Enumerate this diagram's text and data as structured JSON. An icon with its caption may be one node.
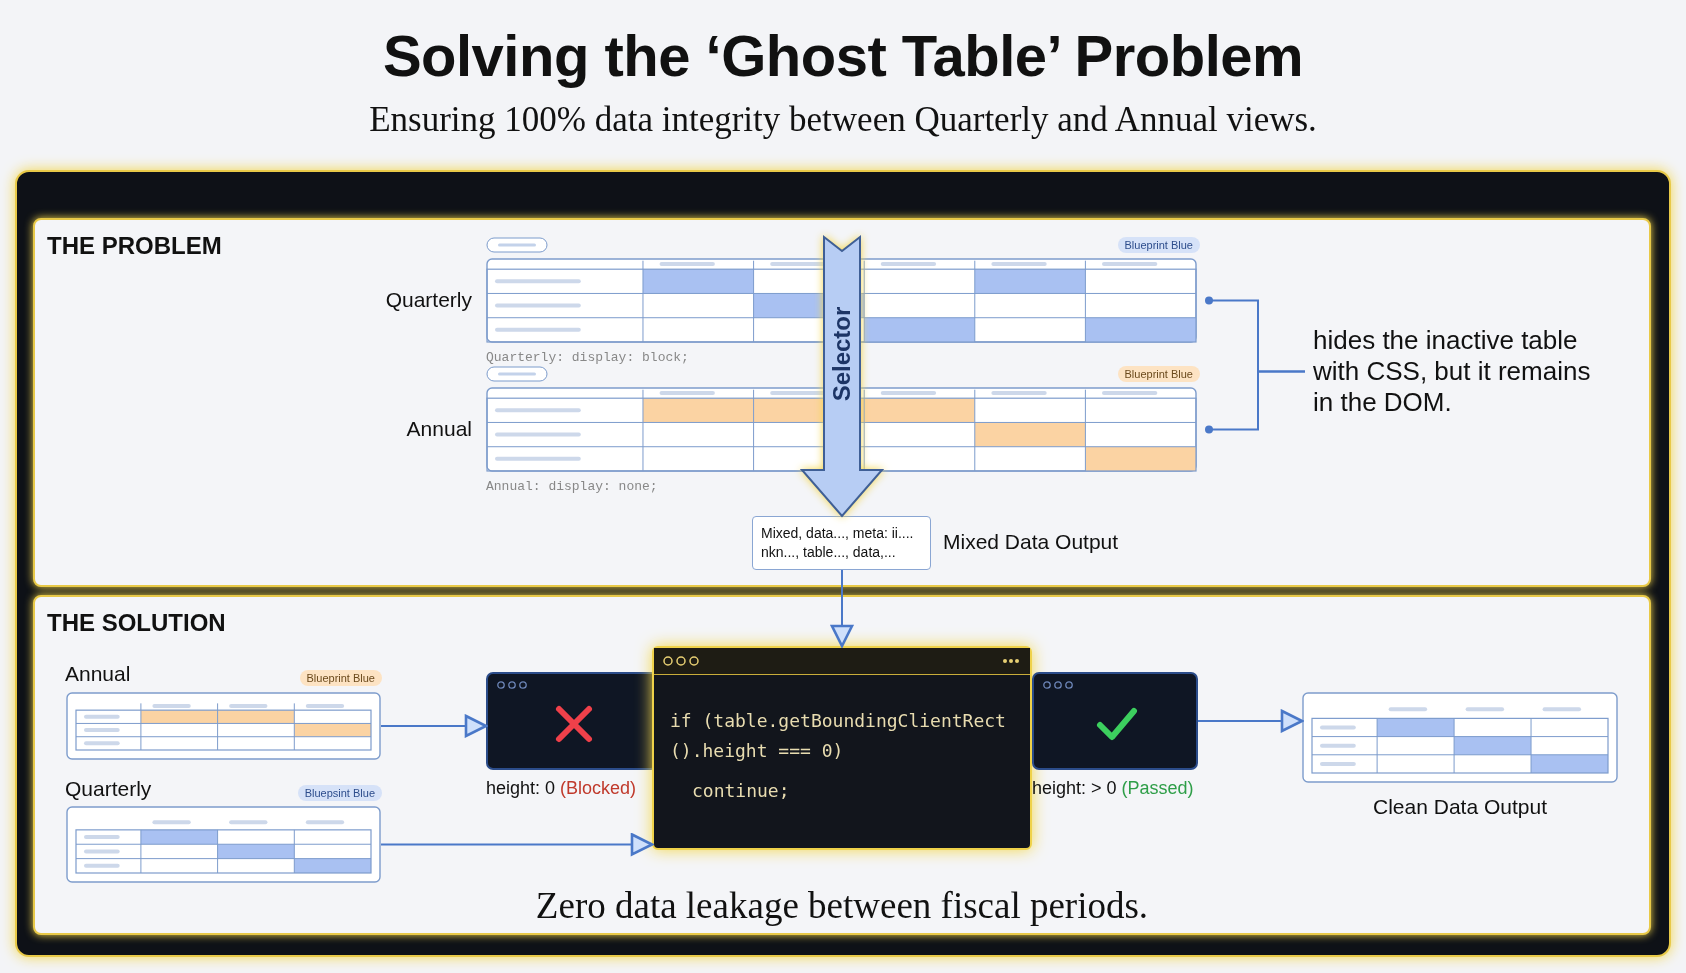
{
  "diagram": {
    "title": "Solving the ‘Ghost Table’ Problem",
    "nodes": [
      {
        "text": [
          "THE PROBLEM"
        ]
      },
      {
        "text": [
          "Quarterly"
        ],
        "beside": [
          "Blueprint Blue",
          "Quarterly: display: block;"
        ],
        "in": 0
      },
      {
        "text": [
          "Annual"
        ],
        "beside": [
          "Blueprint Blue",
          "Annual: display: none;"
        ],
        "in": 0
      },
      {
        "text": [
          "Mixed, data..., meta: ii.... nkn..., table..., data,..."
        ],
        "beside": [
          "Mixed Data Output"
        ],
        "in": 0
      },
      {
        "text": [
          "hides the inactive table with CSS, but it remains in the DOM."
        ],
        "in": 0
      },
      {
        "text": [
          "THE SOLUTION"
        ]
      },
      {
        "text": [
          "Annual"
        ],
        "beside": [
          "Blueprint Blue"
        ],
        "in": 5
      },
      {
        "text": [
          "Quarterly"
        ],
        "beside": [
          "Bluepsint Blue"
        ],
        "in": 5
      },
      {
        "text": [],
        "shape": "picture",
        "beside": [
          "height: 0 (Blocked)"
        ],
        "in": 5
      },
      {
        "text": [
          "if (table.getBoundingClientRect ().height === 0)",
          "continue;"
        ],
        "in": 5
      },
      {
        "text": [],
        "shape": "picture",
        "beside": [
          "height: > 0 (Passed)"
        ],
        "in": 5
      },
      {
        "text": [
          "Clean Data Output"
        ],
        "in": 5
      }
    ],
    "edges": [
      {
        "from": 1,
        "to": 4,
        "arrow": "other"
      },
      {
        "from": 2,
        "to": 4,
        "arrow": "other"
      },
      {
        "from": 1,
        "to": 3,
        "arrow": "to",
        "label": "Selector",
        "style": "thick"
      },
      {
        "from": 3,
        "to": 9,
        "arrow": "to"
      },
      {
        "from": 6,
        "to": 8,
        "arrow": "to"
      },
      {
        "from": 7,
        "to": 9,
        "arrow": "to"
      },
      {
        "from": 10,
        "to": 11,
        "arrow": "to"
      }
    ],
    "labels": [
      "Ensuring 100% data integrity between Quarterly and Annual views.",
      "Zero data leakage between fiscal periods."
    ]
  }
}
